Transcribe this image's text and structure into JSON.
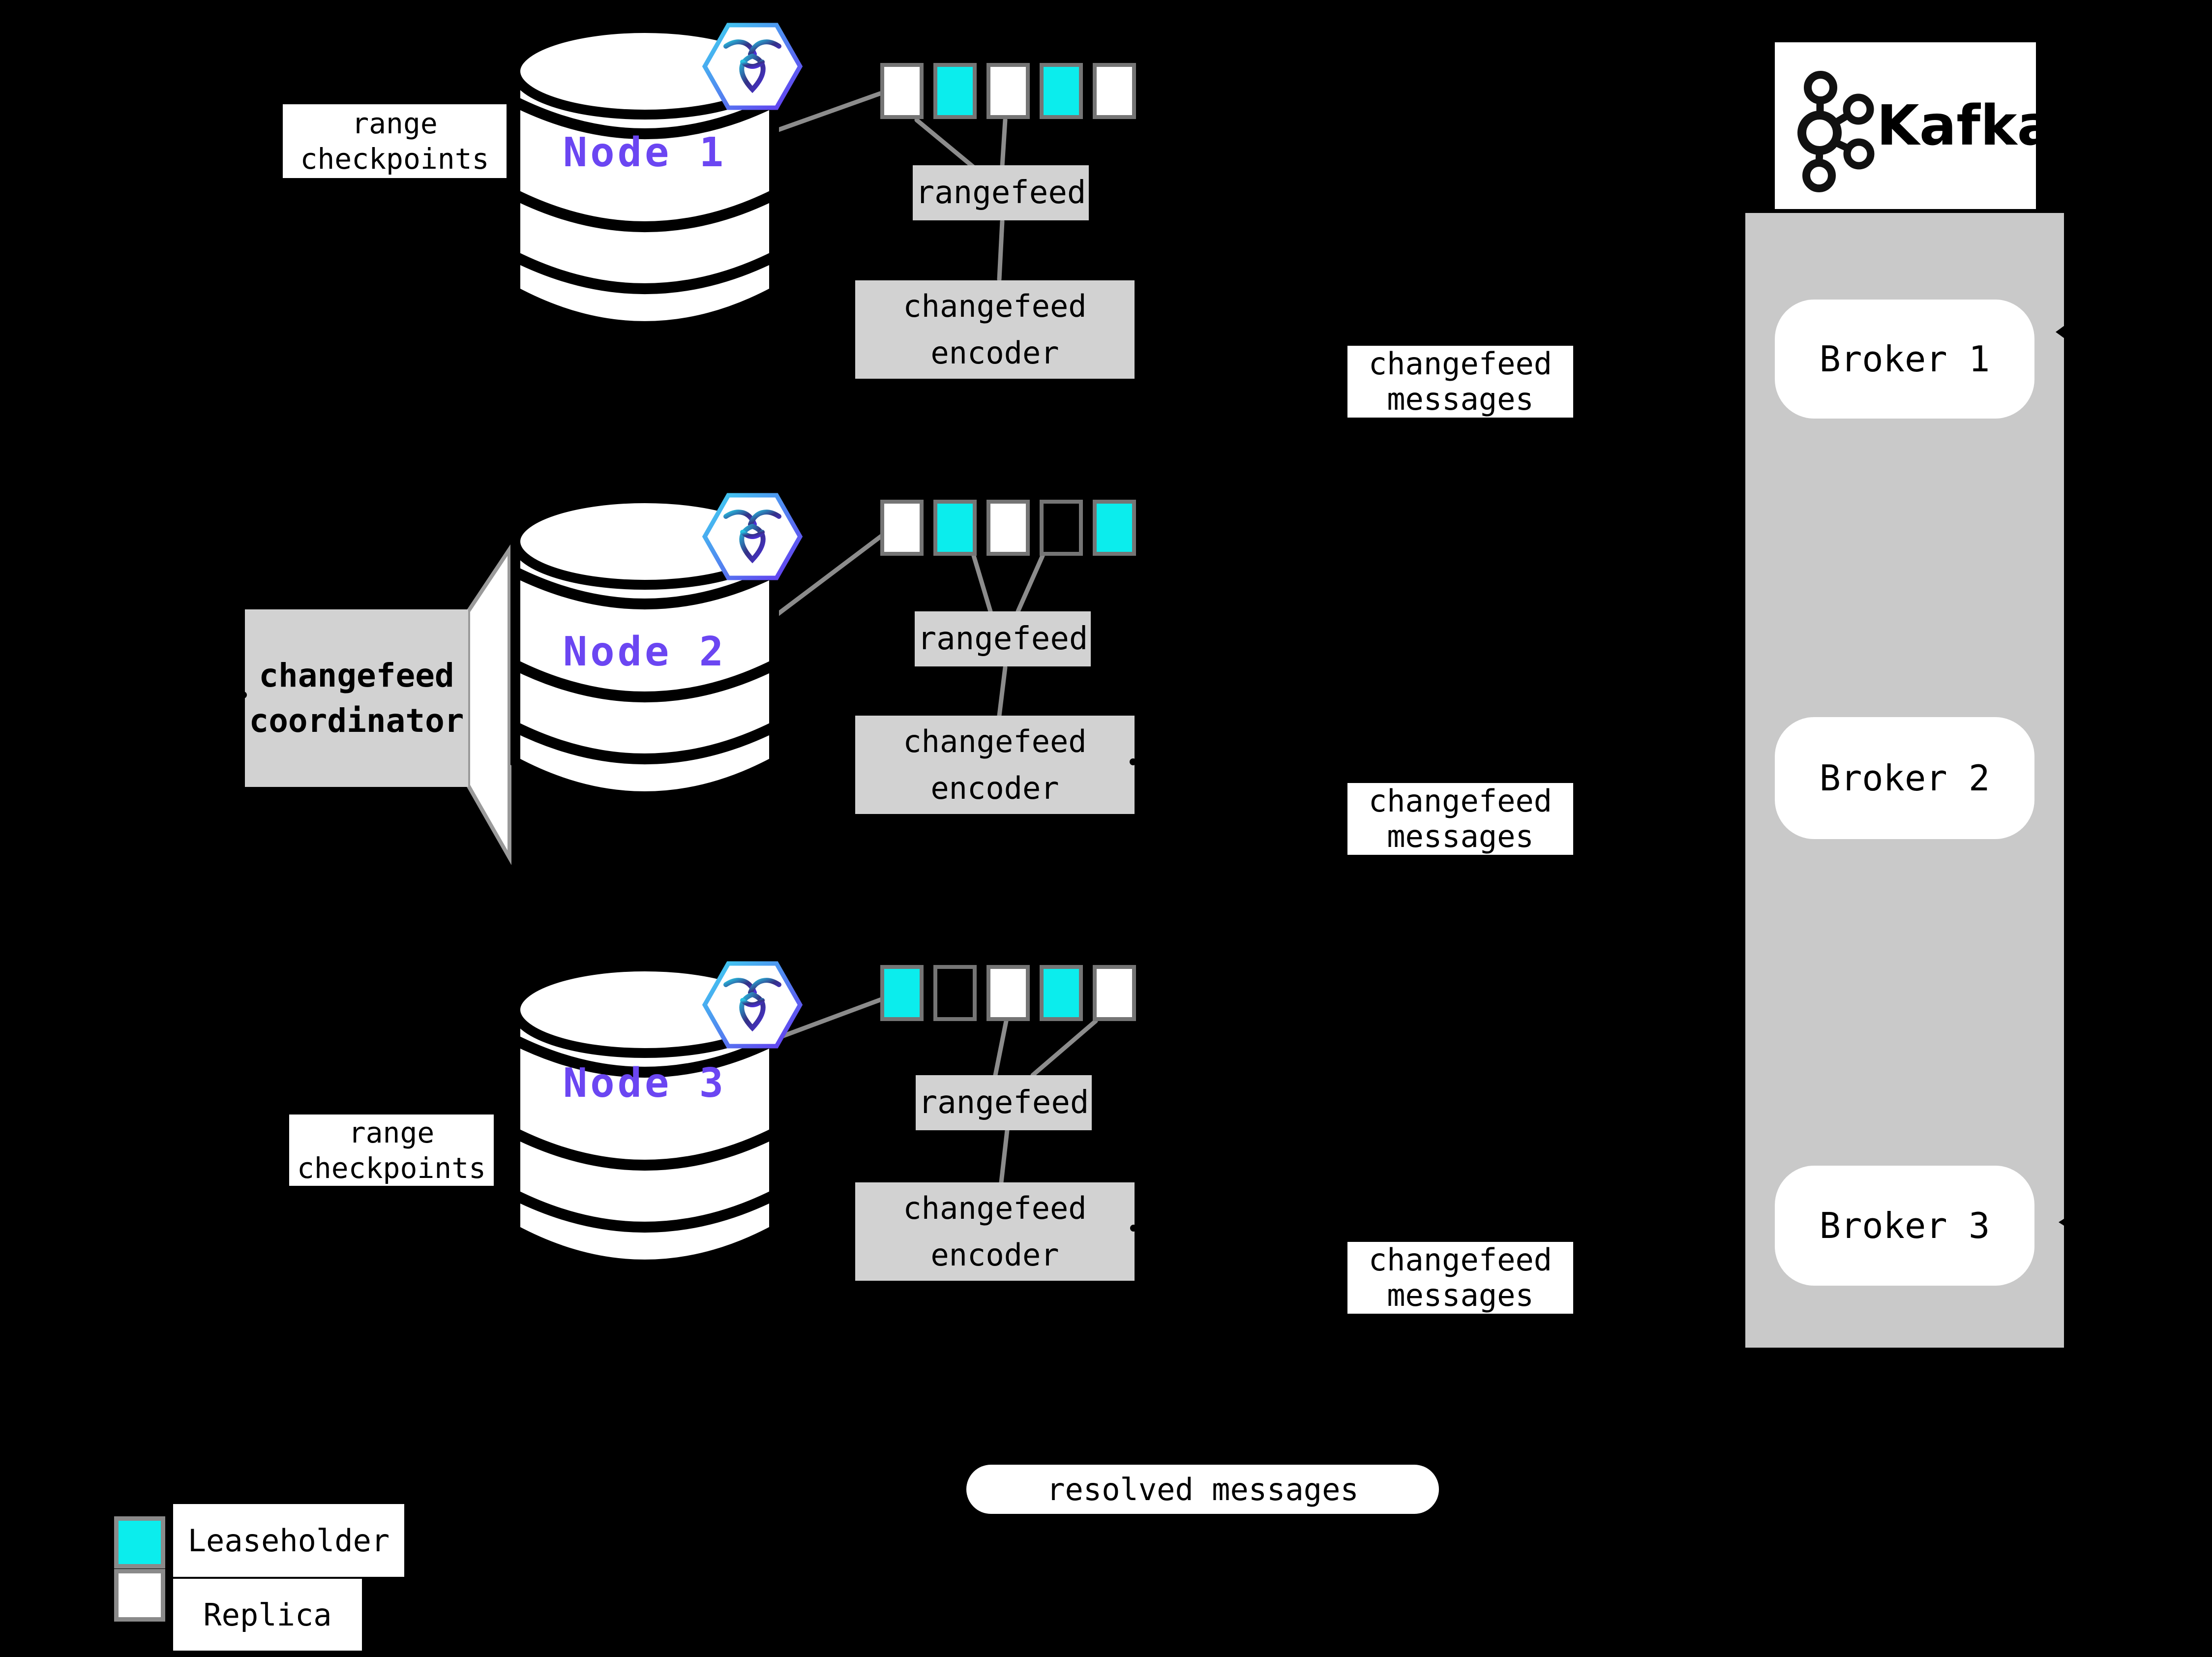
{
  "colors": {
    "leaseholder": "#0beded",
    "replica": "#ffffff",
    "empty_range": "#000000",
    "node_label": "#6b46f2",
    "box_gray": "#d2d2d2",
    "container_gray": "#c9c9c9"
  },
  "nodes": [
    {
      "name": "Node 1",
      "ranges": [
        "replica",
        "leaseholder",
        "replica",
        "leaseholder",
        "replica"
      ]
    },
    {
      "name": "Node 2",
      "ranges": [
        "replica",
        "leaseholder",
        "replica",
        "empty",
        "leaseholder"
      ]
    },
    {
      "name": "Node 3",
      "ranges": [
        "leaseholder",
        "empty",
        "replica",
        "leaseholder",
        "replica"
      ]
    }
  ],
  "labels": {
    "range_checkpoints": [
      "range",
      "checkpoints"
    ],
    "rangefeed": "rangefeed",
    "changefeed_encoder": [
      "changefeed",
      "encoder"
    ],
    "changefeed_coordinator": [
      "changefeed",
      "coordinator"
    ],
    "changefeed_messages": [
      "changefeed",
      "messages"
    ],
    "resolved_messages": "resolved messages"
  },
  "kafka": {
    "title": "Kafka",
    "brokers": [
      "Broker 1",
      "Broker 2",
      "Broker 3"
    ]
  },
  "legend": {
    "items": [
      {
        "label": "Leaseholder",
        "swatch": "leaseholder"
      },
      {
        "label": "Replica",
        "swatch": "replica"
      }
    ]
  }
}
